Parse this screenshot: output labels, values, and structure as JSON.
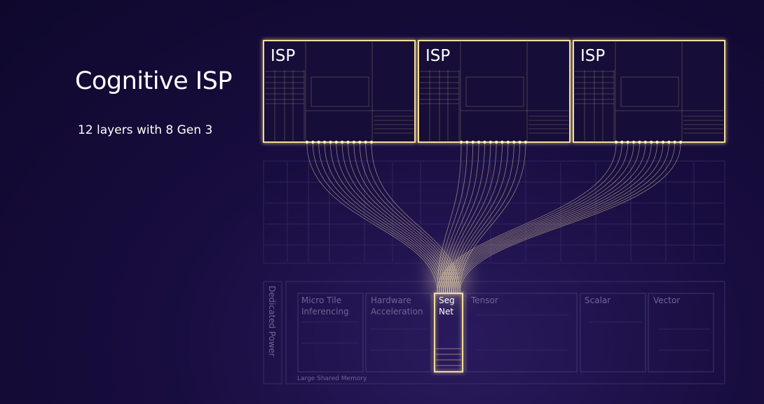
{
  "title": "Cognitive ISP",
  "subtitle": "12 layers with 8 Gen 3",
  "isp_blocks": [
    {
      "label": "ISP"
    },
    {
      "label": "ISP"
    },
    {
      "label": "ISP"
    }
  ],
  "npu": {
    "dedicated_power": "Dedicated Power",
    "blocks": [
      {
        "id": "micro-tile",
        "line1": "Micro Tile",
        "line2": "Inferencing"
      },
      {
        "id": "hardware-acceleration",
        "line1": "Hardware",
        "line2": "Acceleration"
      },
      {
        "id": "segnet",
        "line1": "Seg",
        "line2": "Net"
      },
      {
        "id": "tensor",
        "line1": "Tensor",
        "line2": ""
      },
      {
        "id": "scalar",
        "line1": "Scalar",
        "line2": ""
      },
      {
        "id": "vector",
        "line1": "Vector",
        "line2": ""
      }
    ],
    "memory_label": "Large Shared Memory"
  },
  "colors": {
    "highlight": "#f3dc98",
    "faint_line": "#3a2f6a",
    "background": "#180d3f"
  }
}
